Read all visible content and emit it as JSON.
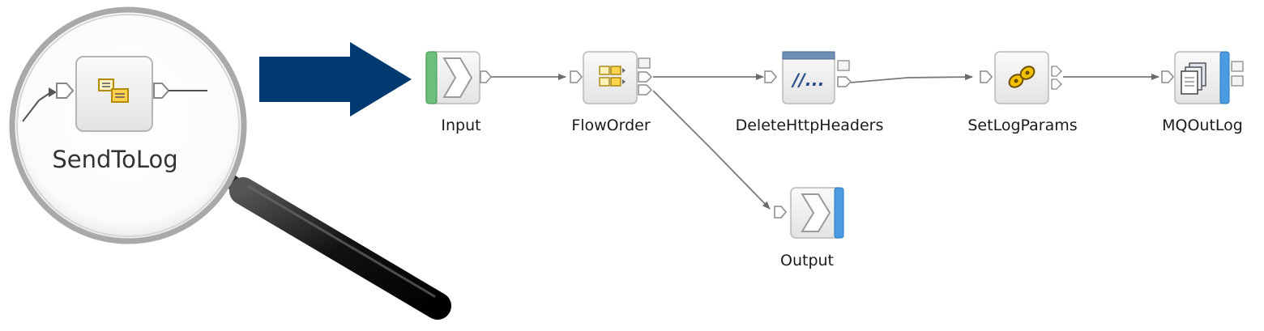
{
  "lens": {
    "node_label": "SendToLog"
  },
  "flow": {
    "nodes": [
      {
        "id": "input",
        "label": "Input",
        "icon": "input-node-icon"
      },
      {
        "id": "floworder",
        "label": "FlowOrder",
        "icon": "floworder-node-icon"
      },
      {
        "id": "deletehttpheaders",
        "label": "DeleteHttpHeaders",
        "icon": "compute-node-icon",
        "glyph": "//..."
      },
      {
        "id": "setlogparams",
        "label": "SetLogParams",
        "icon": "mapping-node-icon"
      },
      {
        "id": "mqoutlog",
        "label": "MQOutLog",
        "icon": "mq-output-node-icon"
      },
      {
        "id": "output",
        "label": "Output",
        "icon": "output-node-icon"
      }
    ],
    "connections": [
      {
        "from": "input",
        "to": "floworder"
      },
      {
        "from": "floworder",
        "to": "deletehttpheaders"
      },
      {
        "from": "floworder",
        "to": "output"
      },
      {
        "from": "deletehttpheaders",
        "to": "setlogparams"
      },
      {
        "from": "setlogparams",
        "to": "mqoutlog"
      }
    ]
  },
  "colors": {
    "arrow": "#003a70",
    "input_accent": "#6bbf7a",
    "output_accent": "#4a9be0",
    "node_fill": "#f0f0f0",
    "wire": "#7a7a7a"
  }
}
